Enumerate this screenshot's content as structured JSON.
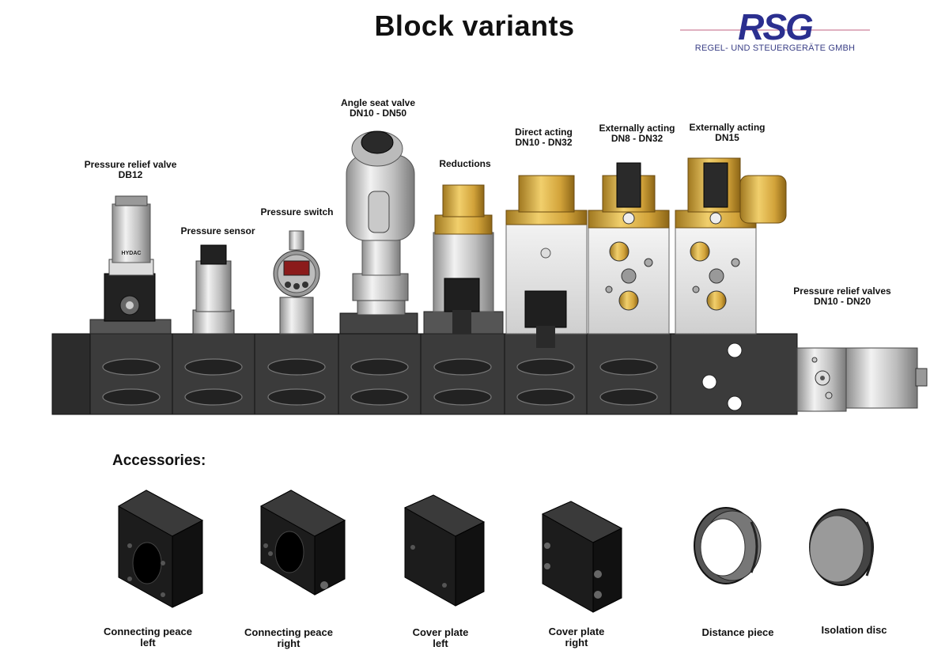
{
  "header": {
    "title": "Block variants",
    "logo_text": "RSG",
    "company": "REGEL- UND STEUERGERÄTE GMBH",
    "brand_color": "#2b2f8f"
  },
  "components": [
    {
      "line1": "Pressure relief valve",
      "line2": "DB12"
    },
    {
      "line1": "Pressure sensor",
      "line2": ""
    },
    {
      "line1": "Pressure switch",
      "line2": ""
    },
    {
      "line1": "Angle seat valve",
      "line2": "DN10 - DN50"
    },
    {
      "line1": "Reductions",
      "line2": ""
    },
    {
      "line1": "Direct acting",
      "line2": "DN10 - DN32"
    },
    {
      "line1": "Externally acting",
      "line2": "DN8 - DN32"
    },
    {
      "line1": "Externally acting",
      "line2": "DN15"
    },
    {
      "line1": "Pressure relief valves",
      "line2": "DN10 - DN20"
    }
  ],
  "device_text": {
    "hydac": "HYDAC"
  },
  "accessories": {
    "heading": "Accessories:",
    "items": [
      {
        "line1": "Connecting peace",
        "line2": "left"
      },
      {
        "line1": "Connecting peace",
        "line2": "right"
      },
      {
        "line1": "Cover plate",
        "line2": "left"
      },
      {
        "line1": "Cover plate",
        "line2": "right"
      },
      {
        "line1": "Distance piece",
        "line2": ""
      },
      {
        "line1": "Isolation disc",
        "line2": ""
      }
    ]
  }
}
